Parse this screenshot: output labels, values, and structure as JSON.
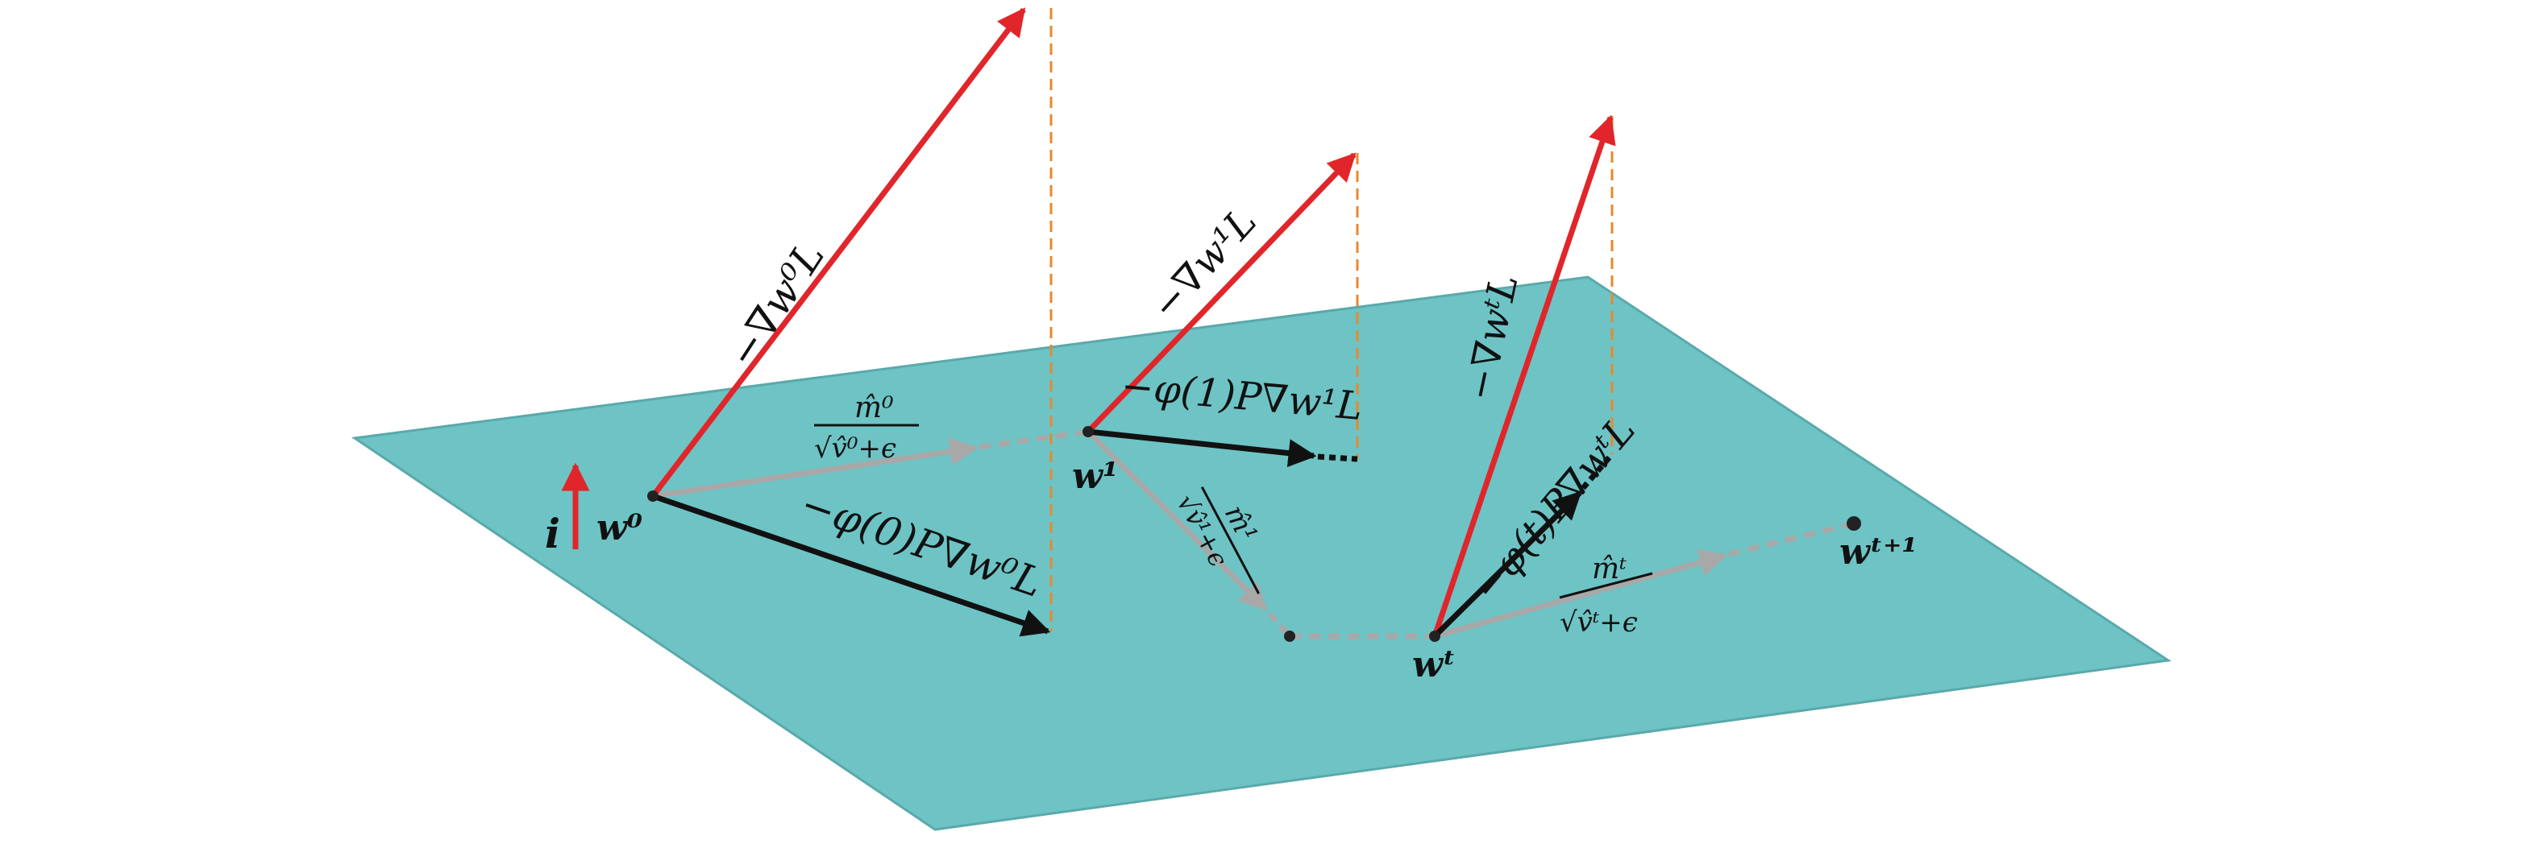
{
  "colors": {
    "plane": "#6ec3c5",
    "gradient": "#e0262a",
    "projected": "#111111",
    "adam": "#a8a8a8",
    "projection_line": "#e8892b"
  },
  "labels": {
    "i": "i",
    "w0": "w⁰",
    "w1": "w¹",
    "wt": "wᵗ",
    "wt1": "wᵗ⁺¹",
    "grad0": "−∇w⁰L",
    "grad1": "−∇w¹L",
    "gradt": "−∇wᵗL",
    "proj0": "−φ(0)P∇w⁰L",
    "proj1": "−φ(1)P∇w¹L",
    "projt": "−φ(t)P∇wᵗL",
    "adam0_num": "m̂⁰",
    "adam0_den": "√v̂⁰+ϵ",
    "adam1_num": "m̂¹",
    "adam1_den": "√v̂¹+ϵ",
    "adamt_num": "m̂ᵗ",
    "adamt_den": "√v̂ᵗ+ϵ"
  }
}
